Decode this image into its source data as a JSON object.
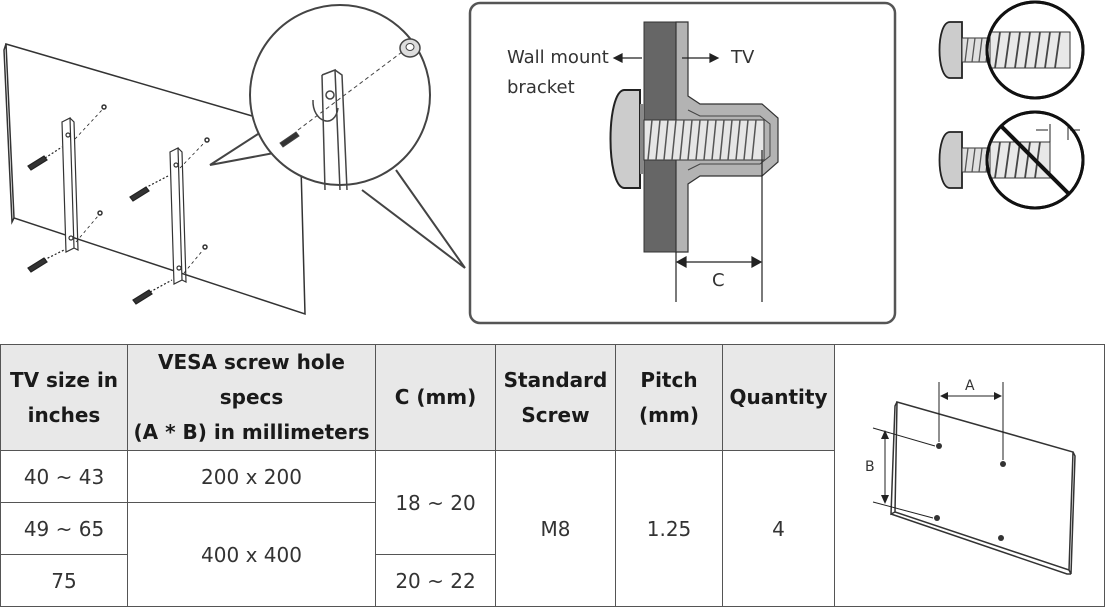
{
  "diagram": {
    "wall_mount_label_line1": "Wall mount",
    "wall_mount_label_line2": "bracket",
    "tv_label": "TV",
    "c_label": "C"
  },
  "table": {
    "headers": {
      "tv_size_line1": "TV size in",
      "tv_size_line2": "inches",
      "vesa_line1": "VESA screw hole specs",
      "vesa_line2": "(A * B) in millimeters",
      "c_mm": "C (mm)",
      "standard_line1": "Standard",
      "standard_line2": "Screw",
      "pitch_line1": "Pitch",
      "pitch_line2": "(mm)",
      "quantity": "Quantity"
    },
    "rows": [
      {
        "tv_size": "40 ~ 43",
        "vesa": "200 x 200"
      },
      {
        "tv_size": "49 ~ 65",
        "vesa": "400 x 400"
      },
      {
        "tv_size": "75"
      }
    ],
    "c_values": [
      "18 ~ 20",
      "20 ~ 22"
    ],
    "standard_screw": "M8",
    "pitch": "1.25",
    "quantity": "4"
  },
  "vesa_diagram": {
    "a_label": "A",
    "b_label": "B"
  }
}
